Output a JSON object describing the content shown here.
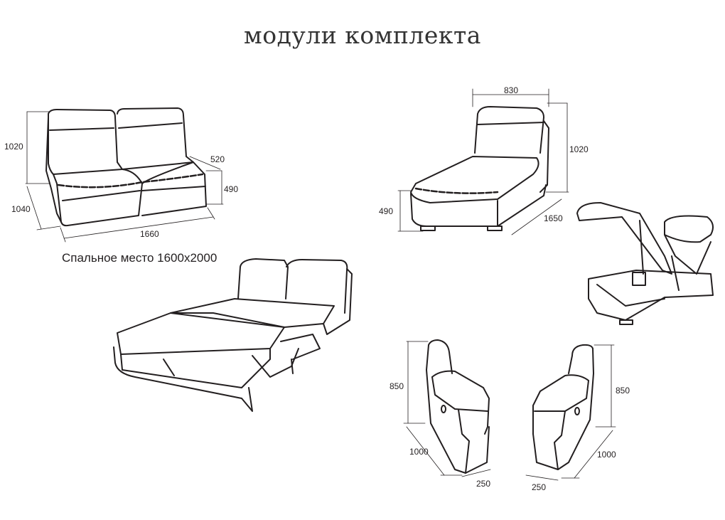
{
  "title": "модули комплекта",
  "armless_sofa": {
    "height": "1020",
    "seat_depth": "520",
    "seat_height": "490",
    "depth": "1040",
    "width": "1660",
    "caption": "Спальное место 1600х2000"
  },
  "chaise_module": {
    "width": "830",
    "height": "1020",
    "seat_height": "490",
    "length": "1650"
  },
  "armrest_left": {
    "height": "850",
    "depth": "1000",
    "width": "250"
  },
  "armrest_right": {
    "height": "850",
    "depth": "1000",
    "width": "250"
  }
}
